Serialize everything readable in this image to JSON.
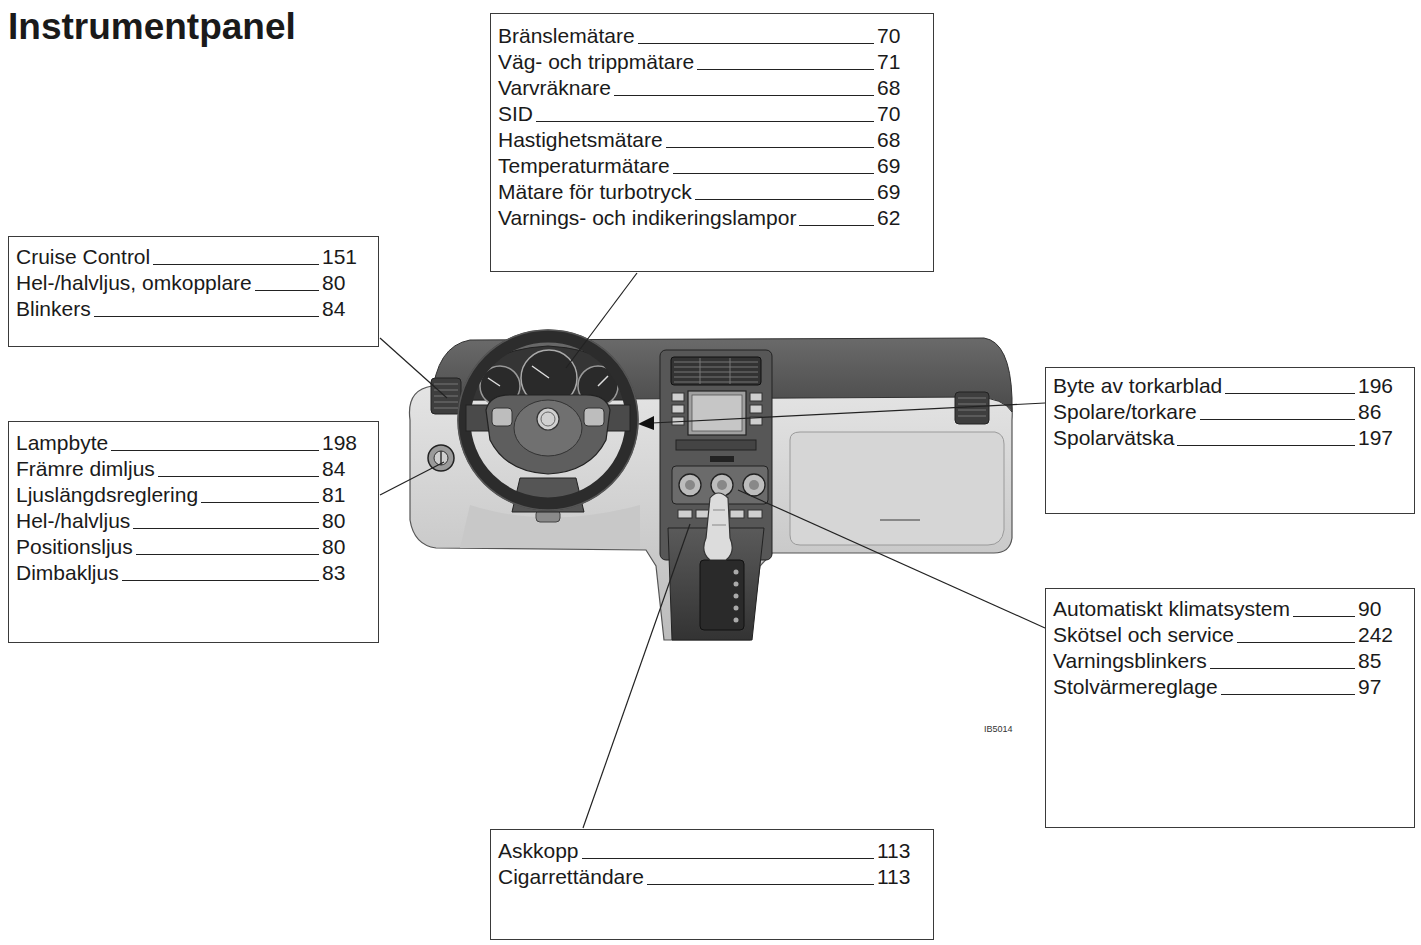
{
  "diagram": {
    "title": "Instrumentpanel",
    "nodes": [
      {
        "text": [
          "Bränslemätare",
          "70",
          "Väg- och trippmätare",
          "71",
          "Varvräknare",
          "68",
          "SID",
          "70",
          "Hastighetsmätare",
          "68",
          "Temperaturmätare",
          "69",
          "Mätare för turbotryck",
          "69",
          "Varnings- och indikeringslampor",
          "62"
        ]
      },
      {
        "text": [
          "Cruise Control",
          "151",
          "Hel-/halvljus, omkopplare",
          "80",
          "Blinkers",
          "84"
        ]
      },
      {
        "text": [
          "Lampbyte",
          "198",
          "Främre dimljus",
          "84",
          "Ljuslängdsreglering",
          "81",
          "Hel-/halvljus",
          "80",
          "Positionsljus",
          "80",
          "Dimbakljus",
          "83"
        ]
      },
      {
        "text": [
          "Byte av torkarblad",
          "196",
          "Spolare/torkare",
          "86",
          "Spolarvätska",
          "197"
        ]
      },
      {
        "text": [
          "Automatiskt klimatsystem",
          "90",
          "Skötsel och service",
          "242",
          "Varningsblinkers",
          "85",
          "Stolvärmereglage",
          "97"
        ]
      },
      {
        "text": [
          "Askkopp",
          "113",
          "Cigarrettändare",
          "113"
        ]
      }
    ],
    "labels": [
      "IB5014"
    ]
  }
}
